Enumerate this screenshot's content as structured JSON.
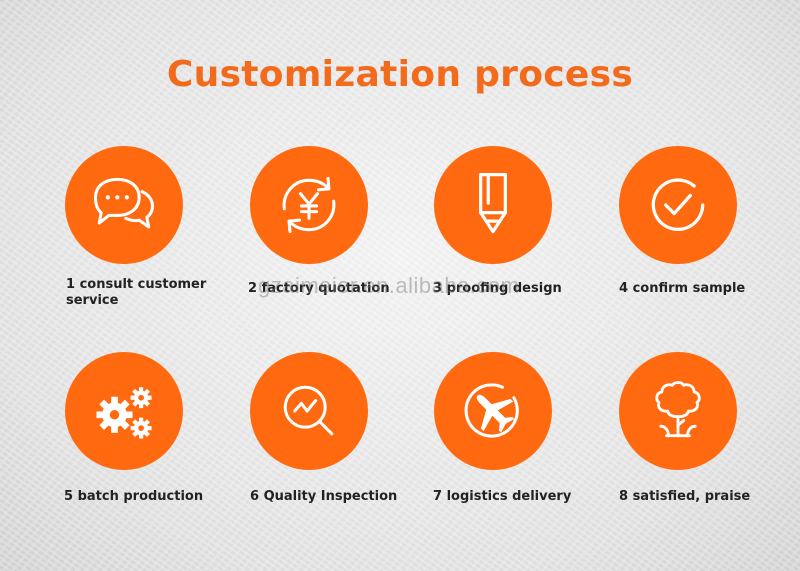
{
  "title": "Customization process",
  "watermark": "gzaimeier.en.alibaba.com",
  "accent_color": "#ff6a10",
  "title_color": "#f26a1b",
  "steps": [
    {
      "label_line1": "1 consult customer",
      "label_line2": "service",
      "icon": "chat-bubbles-icon"
    },
    {
      "label_line1": "2 factory quotation",
      "label_line2": "",
      "icon": "yen-cycle-icon"
    },
    {
      "label_line1": "3 proofing design",
      "label_line2": "",
      "icon": "pencil-icon"
    },
    {
      "label_line1": "4 confirm sample",
      "label_line2": "",
      "icon": "check-circle-icon"
    },
    {
      "label_line1": "5 batch production",
      "label_line2": "",
      "icon": "gears-icon"
    },
    {
      "label_line1": "6 Quality Inspection",
      "label_line2": "",
      "icon": "magnifier-chart-icon"
    },
    {
      "label_line1": "7 logistics delivery",
      "label_line2": "",
      "icon": "airplane-circle-icon"
    },
    {
      "label_line1": "8 satisfied, praise",
      "label_line2": "",
      "icon": "tree-icon"
    }
  ]
}
